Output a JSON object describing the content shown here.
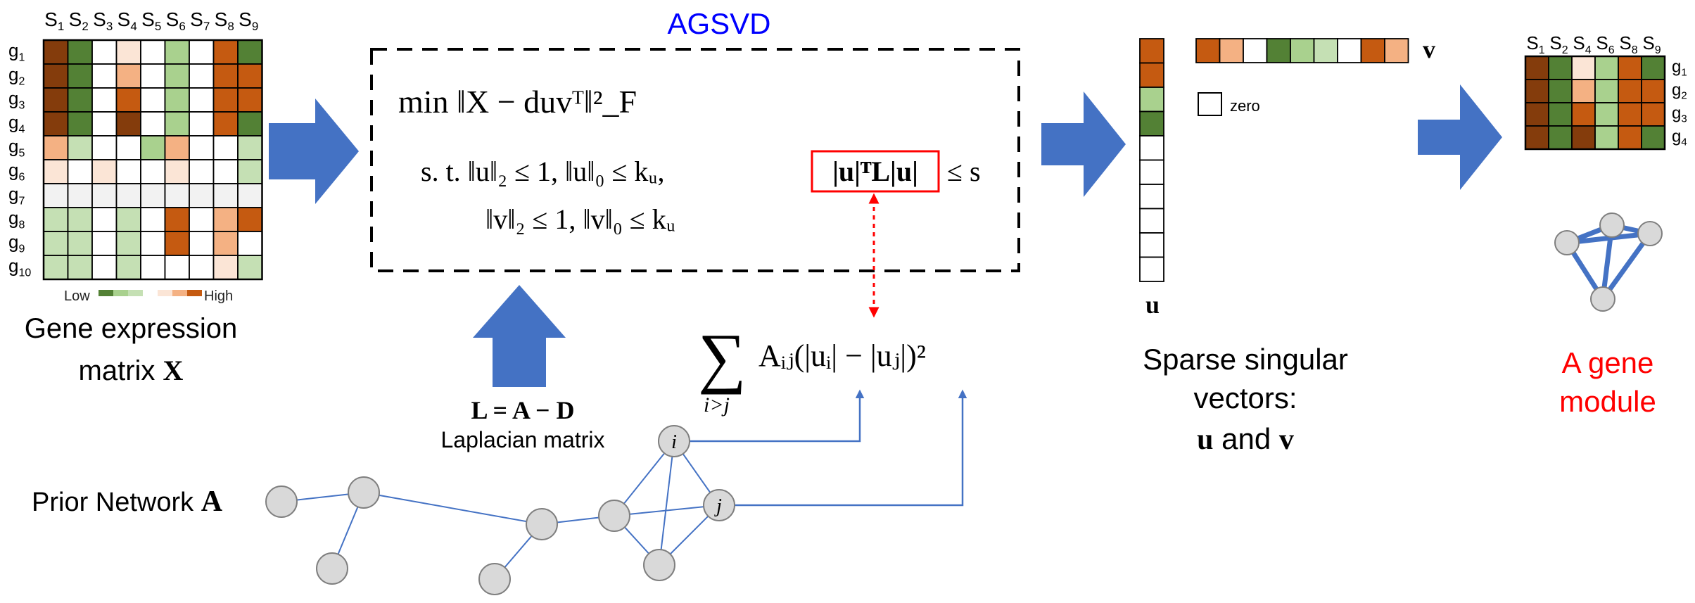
{
  "title": "AGSVD",
  "colors": {
    "dark_green": "#538135",
    "brown": "#843c0c",
    "orange": "#c55a11",
    "light_orange": "#f4b183",
    "pale_orange": "#fbe5d6",
    "light_green": "#a9d18e",
    "pale_green": "#c5e0b4",
    "grey_row": "#f2f2f2",
    "arrow_blue": "#4472c4",
    "highlight_red": "#ff0000",
    "title_blue": "#0000ff",
    "node_fill": "#d9d9d9"
  },
  "input_matrix": {
    "columns": [
      "S1",
      "S2",
      "S3",
      "S4",
      "S5",
      "S6",
      "S7",
      "S8",
      "S9"
    ],
    "rows": [
      "g1",
      "g2",
      "g3",
      "g4",
      "g5",
      "g6",
      "g7",
      "g8",
      "g9",
      "g10"
    ],
    "cells": [
      [
        "brown",
        "dark_green",
        "white",
        "pale_orange",
        "white",
        "light_green",
        "white",
        "orange",
        "dark_green"
      ],
      [
        "brown",
        "dark_green",
        "white",
        "light_orange",
        "white",
        "light_green",
        "white",
        "orange",
        "orange"
      ],
      [
        "brown",
        "dark_green",
        "white",
        "orange",
        "white",
        "light_green",
        "white",
        "orange",
        "orange"
      ],
      [
        "brown",
        "dark_green",
        "white",
        "brown",
        "white",
        "light_green",
        "white",
        "orange",
        "dark_green"
      ],
      [
        "light_orange",
        "pale_green",
        "white",
        "white",
        "light_green",
        "light_orange",
        "white",
        "white",
        "pale_green"
      ],
      [
        "pale_orange",
        "white",
        "pale_orange",
        "white",
        "white",
        "pale_orange",
        "white",
        "white",
        "pale_green"
      ],
      [
        "grey_row",
        "grey_row",
        "grey_row",
        "grey_row",
        "grey_row",
        "grey_row",
        "grey_row",
        "grey_row",
        "grey_row"
      ],
      [
        "pale_green",
        "pale_green",
        "white",
        "pale_green",
        "white",
        "orange",
        "white",
        "light_orange",
        "orange"
      ],
      [
        "pale_green",
        "pale_green",
        "white",
        "pale_green",
        "white",
        "orange",
        "white",
        "light_orange",
        "white"
      ],
      [
        "pale_green",
        "pale_green",
        "white",
        "pale_green",
        "white",
        "white",
        "white",
        "pale_orange",
        "pale_green"
      ]
    ],
    "legend_low": "Low",
    "legend_high": "High",
    "caption_line1": "Gene expression",
    "caption_line2_text": "matrix ",
    "caption_line2_bold": "X"
  },
  "formula_box": {
    "line1": "min ‖X − duvᵀ‖²_F",
    "line2_prefix": "s. t. ‖u‖₂ ≤ 1, ‖u‖₀ ≤ kᵤ,",
    "highlight": "|u|ᵀL|u|",
    "line2_suffix": "≤ s",
    "line3": "‖v‖₂ ≤ 1, ‖v‖₀ ≤ kᵤ"
  },
  "laplacian": {
    "equation": "L = A − D",
    "label": "Laplacian matrix"
  },
  "sum_formula": {
    "sigma": "∑",
    "subscript": "i>j",
    "body": "Aᵢⱼ(|uᵢ| − |uⱼ|)²"
  },
  "prior_network": {
    "label": "Prior Network ",
    "label_bold": "A",
    "node_i": "i",
    "node_j": "j"
  },
  "sparse_vectors": {
    "u_label": "u",
    "u_cells": [
      "orange",
      "orange",
      "light_green",
      "dark_green",
      "white",
      "white",
      "white",
      "white",
      "white",
      "white"
    ],
    "v_label": "v",
    "v_cells": [
      "orange",
      "light_orange",
      "white",
      "dark_green",
      "light_green",
      "pale_green",
      "white",
      "orange",
      "light_orange"
    ],
    "zero_label": "zero",
    "caption_line1": "Sparse singular",
    "caption_line2": "vectors:",
    "caption_line3_u": "u",
    "caption_line3_and": " and ",
    "caption_line3_v": "v"
  },
  "output_module": {
    "columns": [
      "S1",
      "S2",
      "S4",
      "S6",
      "S8",
      "S9"
    ],
    "rows": [
      "g1",
      "g2",
      "g3",
      "g4"
    ],
    "cells": [
      [
        "brown",
        "dark_green",
        "pale_orange",
        "light_green",
        "orange",
        "dark_green"
      ],
      [
        "brown",
        "dark_green",
        "light_orange",
        "light_green",
        "orange",
        "orange"
      ],
      [
        "brown",
        "dark_green",
        "orange",
        "light_green",
        "orange",
        "orange"
      ],
      [
        "brown",
        "dark_green",
        "brown",
        "light_green",
        "orange",
        "dark_green"
      ]
    ],
    "caption_line1": "A gene",
    "caption_line2": "module"
  }
}
